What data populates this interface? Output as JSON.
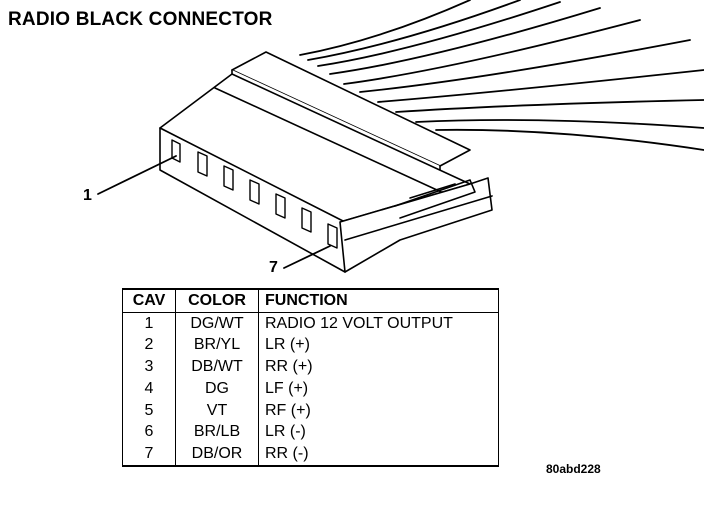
{
  "diagram": {
    "title": "RADIO BLACK CONNECTOR",
    "pin_labels": [
      "1",
      "7"
    ],
    "reference": "80abd228"
  },
  "table": {
    "headers": [
      "CAV",
      "COLOR",
      "FUNCTION"
    ],
    "rows": [
      [
        "1",
        "DG/WT",
        "RADIO 12 VOLT OUTPUT"
      ],
      [
        "2",
        "BR/YL",
        "LR (+)"
      ],
      [
        "3",
        "DB/WT",
        "RR (+)"
      ],
      [
        "4",
        "DG",
        "LF (+)"
      ],
      [
        "5",
        "VT",
        "RF (+)"
      ],
      [
        "6",
        "BR/LB",
        "LR (-)"
      ],
      [
        "7",
        "DB/OR",
        "RR (-)"
      ]
    ]
  }
}
